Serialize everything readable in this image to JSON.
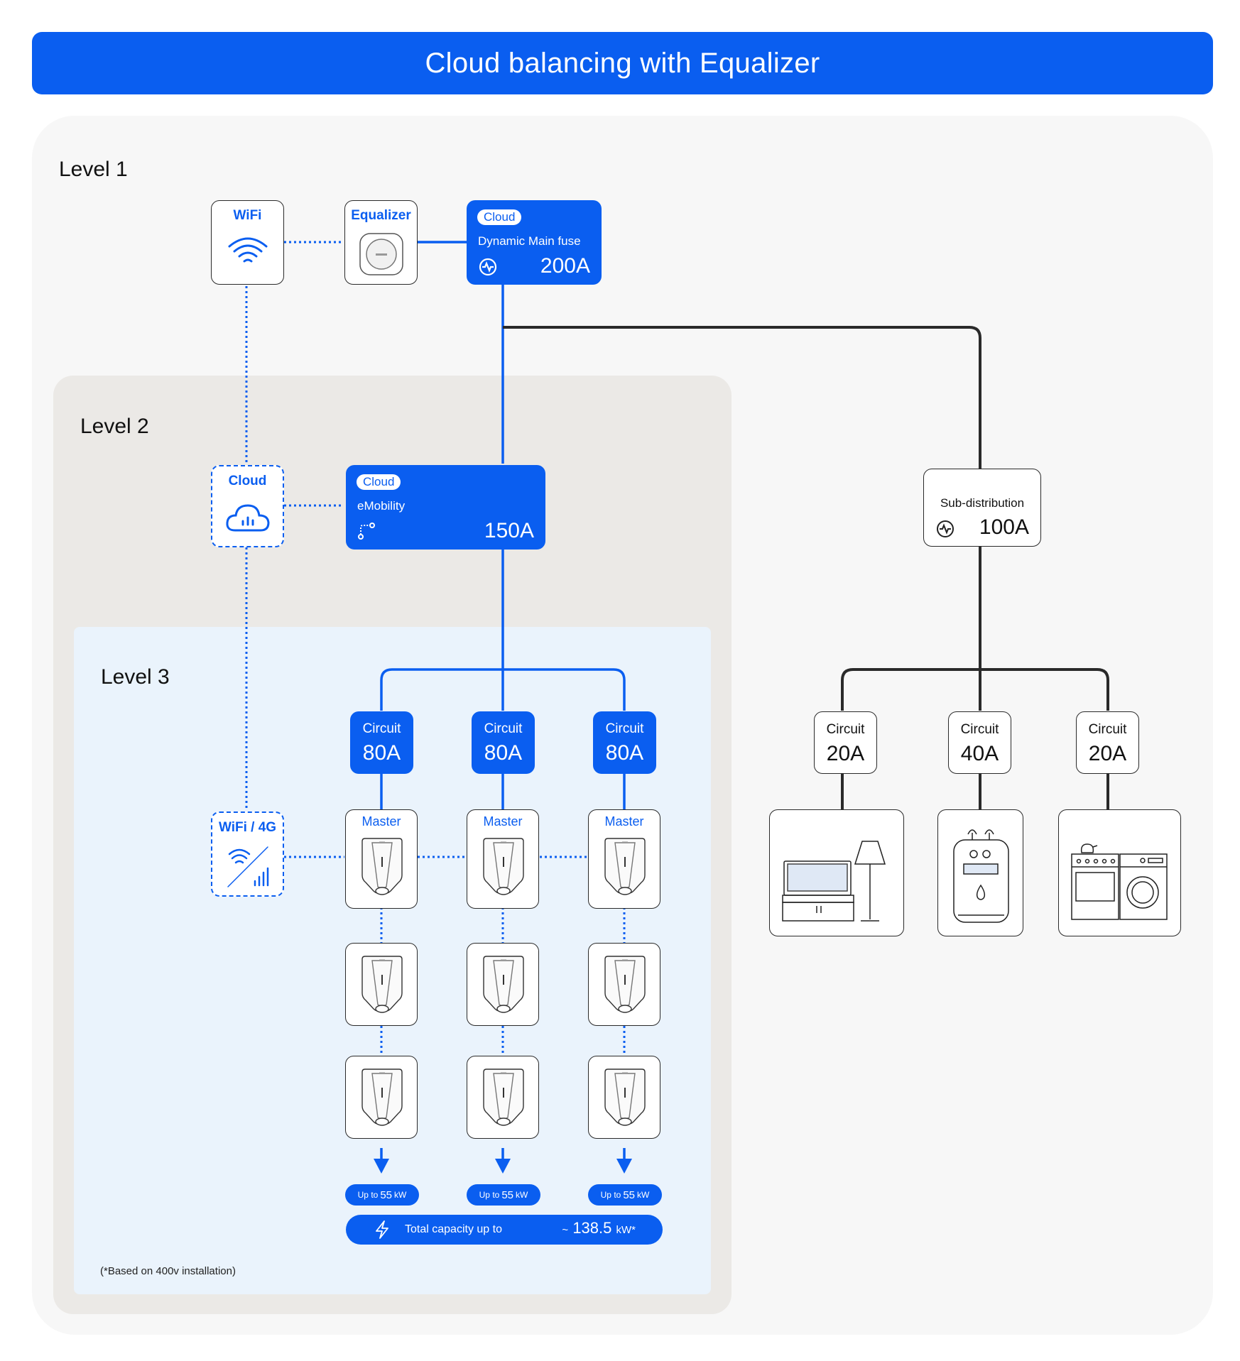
{
  "title": "Cloud balancing with Equalizer",
  "levels": {
    "l1": "Level 1",
    "l2": "Level 2",
    "l3": "Level 3"
  },
  "colors": {
    "accent": "#0a5ef0",
    "line_dark": "#2a2a2a",
    "panel_l1": "#f7f7f7",
    "panel_l2": "#ebe9e6",
    "panel_l3": "#eaf3fc"
  },
  "wifi": {
    "label": "WiFi",
    "icon": "wifi-icon"
  },
  "equalizer": {
    "label": "Equalizer",
    "icon": "equalizer-device-icon"
  },
  "main_fuse": {
    "tag": "Cloud",
    "label": "Dynamic Main fuse",
    "value": "200A",
    "icon": "power-meter-icon"
  },
  "cloud": {
    "label": "Cloud",
    "icon": "cloud-signal-icon"
  },
  "emobility": {
    "tag": "Cloud",
    "label": "eMobility",
    "value": "150A",
    "icon": "route-icon"
  },
  "wifi4g": {
    "label": "WiFi / 4G",
    "icon": "wifi-4g-icon"
  },
  "sub_distribution": {
    "label": "Sub-distribution",
    "value": "100A",
    "icon": "power-meter-icon"
  },
  "ev_circuits": [
    {
      "label": "Circuit",
      "value": "80A"
    },
    {
      "label": "Circuit",
      "value": "80A"
    },
    {
      "label": "Circuit",
      "value": "80A"
    }
  ],
  "home_circuits": [
    {
      "label": "Circuit",
      "value": "20A",
      "appliance": "tv-lamp-icon"
    },
    {
      "label": "Circuit",
      "value": "40A",
      "appliance": "water-heater-icon"
    },
    {
      "label": "Circuit",
      "value": "20A",
      "appliance": "stove-washer-icon"
    }
  ],
  "master_label": "Master",
  "kw_pills": [
    {
      "pre": "Up to",
      "num": "55",
      "unit": "kW"
    },
    {
      "pre": "Up to",
      "num": "55",
      "unit": "kW"
    },
    {
      "pre": "Up to",
      "num": "55",
      "unit": "kW"
    }
  ],
  "total": {
    "label": "Total capacity up to",
    "prefix": "~",
    "value": "138.5",
    "unit": "kW*",
    "icon": "lightning-icon"
  },
  "footnote": "(*Based on 400v installation)"
}
